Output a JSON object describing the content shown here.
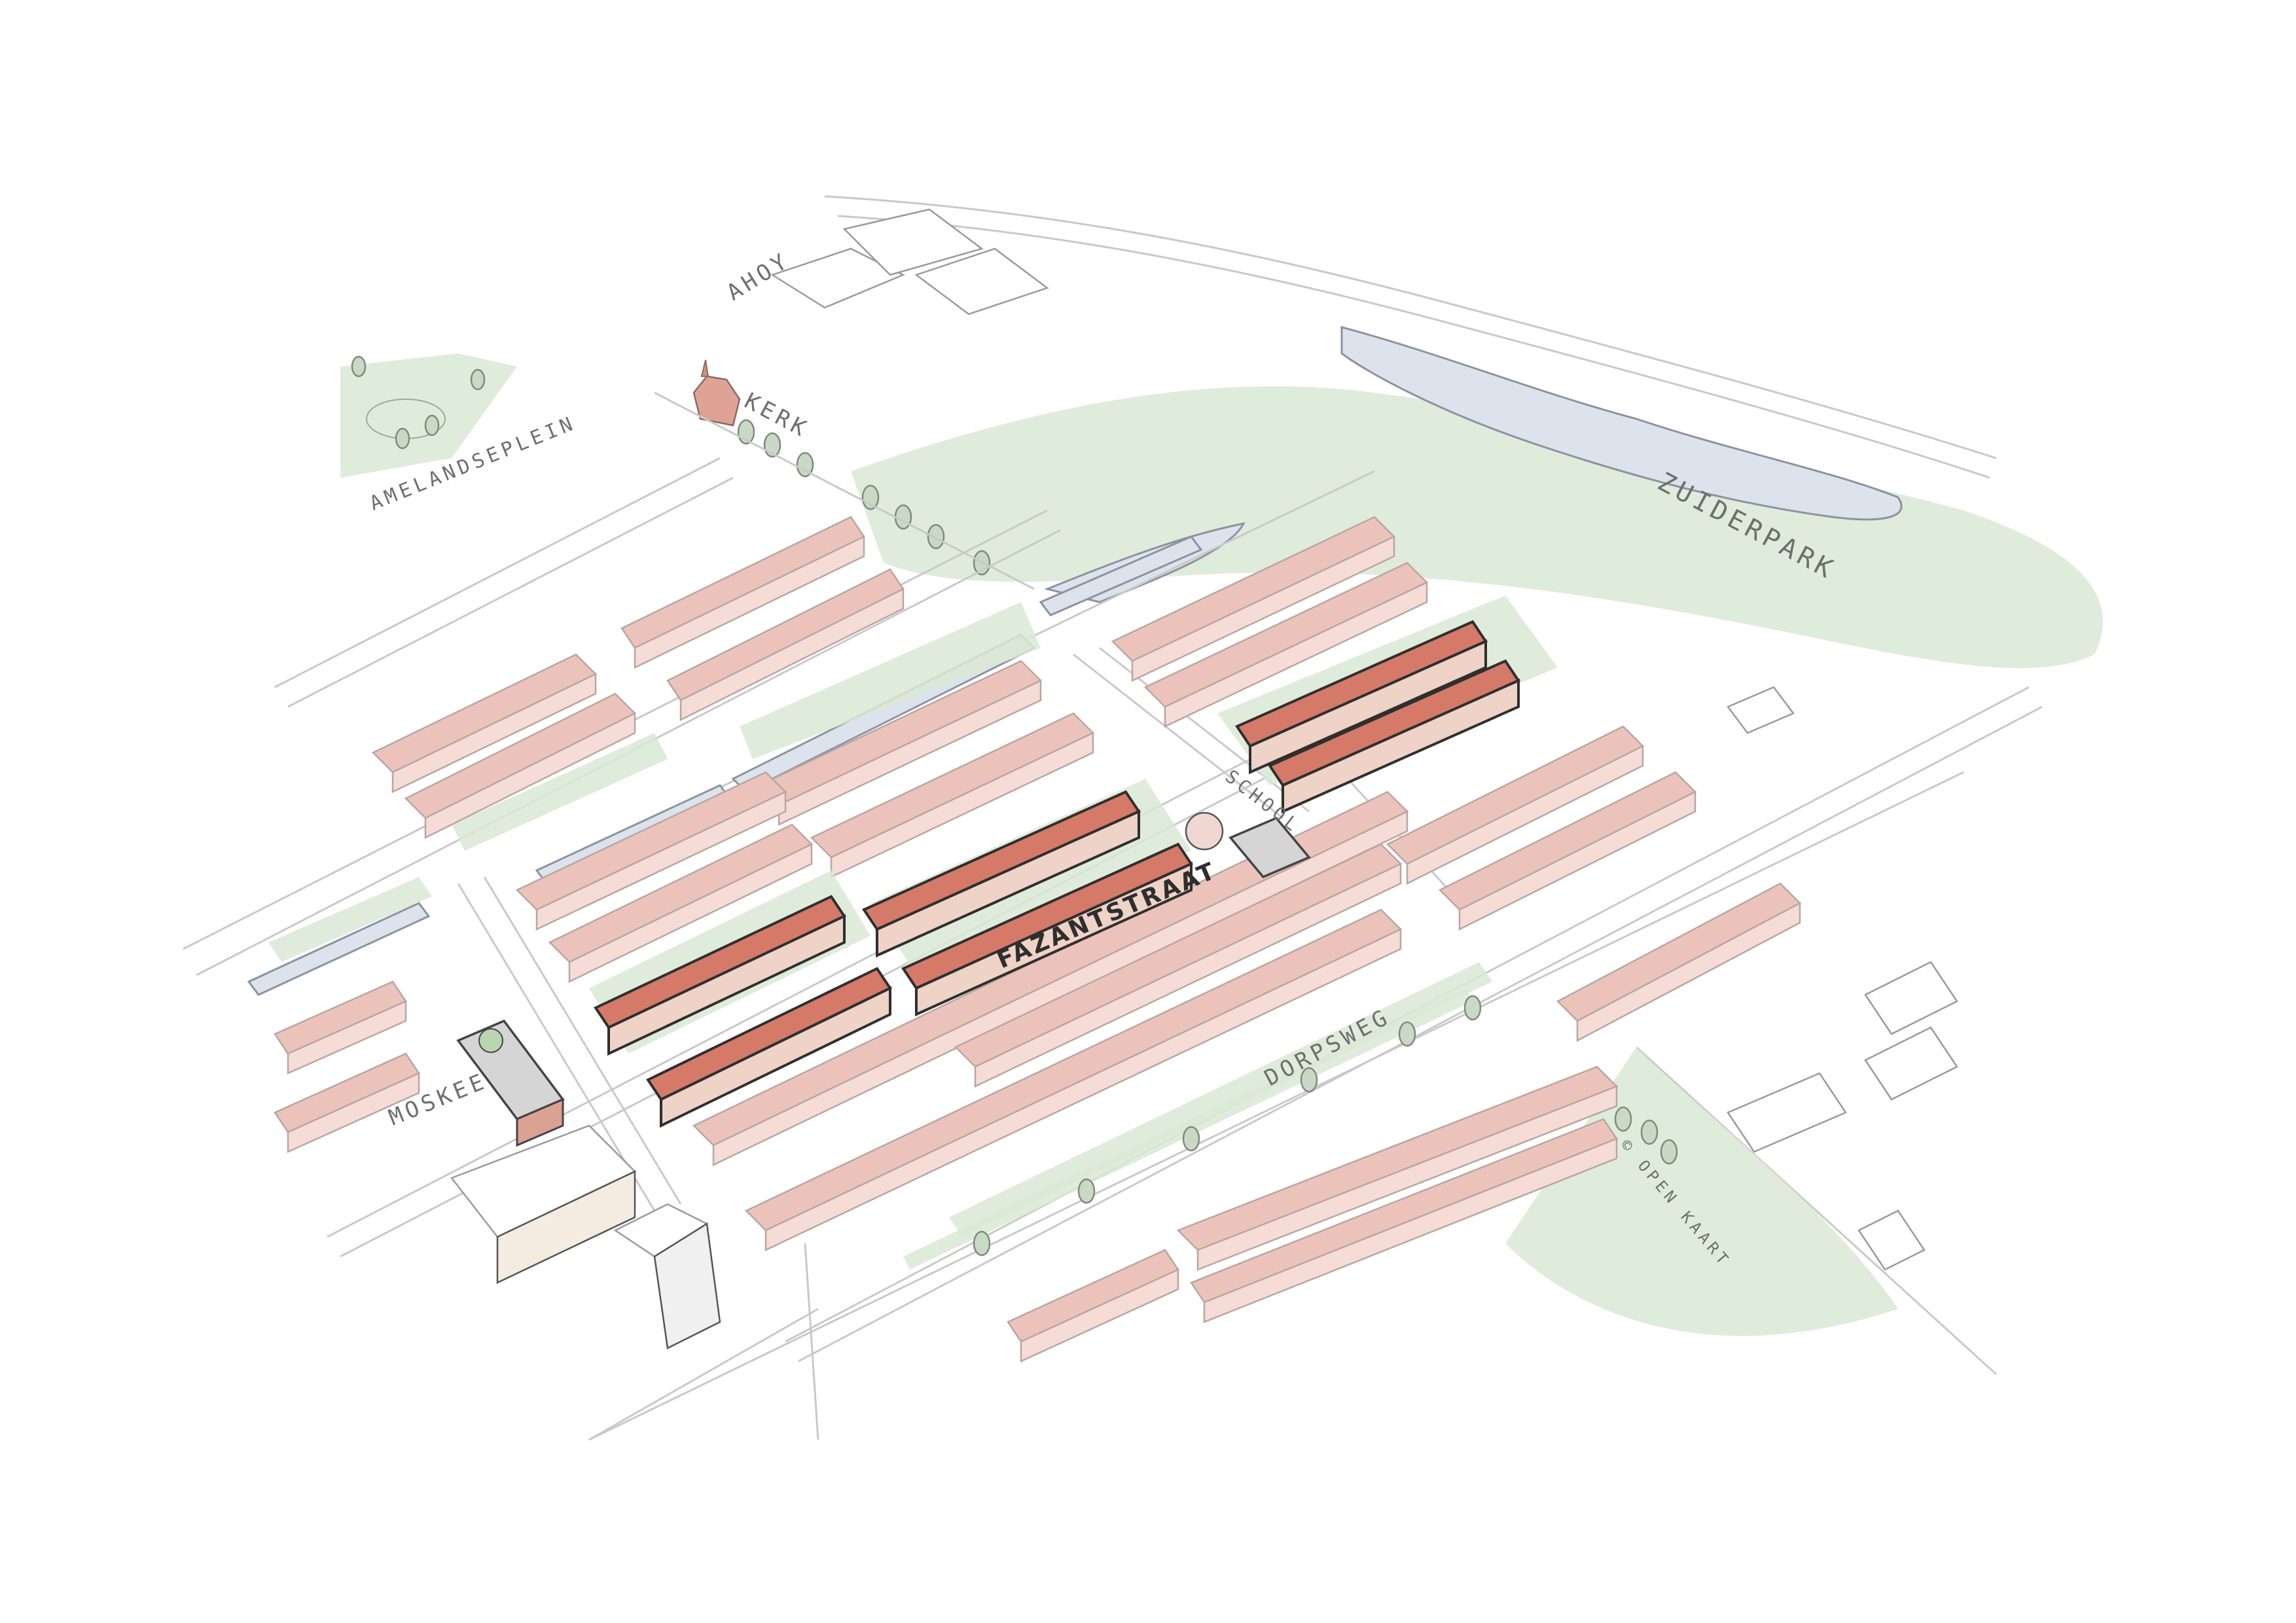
{
  "map": {
    "style": "hand-drawn axonometric watercolor neighbourhood map",
    "colors": {
      "background": "#ffffff",
      "building_faint_roof": "#ecc3ba",
      "building_faint_wall": "#f6dcd6",
      "building_highlight_roof": "#d57a69",
      "building_highlight_wall": "#efd3c6",
      "green_space": "#dbe9d5",
      "water": "#dde3ec",
      "label_grey": "#6f6f6f",
      "label_dark": "#2e2e2e",
      "mosque_roof": "#9a9a9a",
      "mosque_dome": "#b9d6b0"
    },
    "labels": {
      "ahoy": "AHOY",
      "kerk": "KERK",
      "amelandseplein": "AMELANDSEPLEIN",
      "zuiderpark": "ZUIDERPARK",
      "school": "SCHOOL",
      "fazantstraat": "FAZANTSTRAAT",
      "dorpsweg": "DORPSWEG",
      "moskee": "MOSKEE",
      "copyright": "© OPEN KAART"
    },
    "landmarks": [
      {
        "name": "Ahoy",
        "type": "venue"
      },
      {
        "name": "Kerk",
        "type": "church"
      },
      {
        "name": "Amelandseplein",
        "type": "square / park"
      },
      {
        "name": "Zuiderpark",
        "type": "park"
      },
      {
        "name": "School",
        "type": "school"
      },
      {
        "name": "Moskee",
        "type": "mosque"
      }
    ],
    "streets": [
      "Fazantstraat",
      "Dorpsweg"
    ],
    "highlighted_blocks": 3
  }
}
